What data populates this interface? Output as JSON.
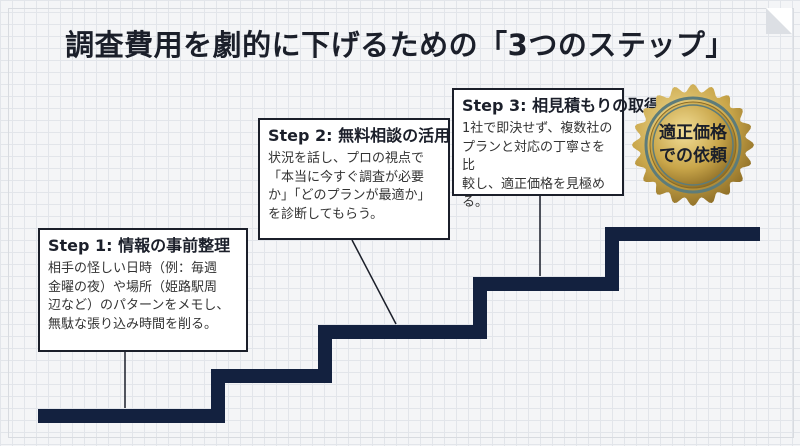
{
  "title": "調査費用を劇的に下げるための「3つのステップ」",
  "steps": [
    {
      "title": "Step 1: 情報の事前整理",
      "lines": [
        "相手の怪しい日時（例：毎週",
        "金曜の夜）や場所（姫路駅周",
        "辺など）のパターンをメモし、",
        "無駄な張り込み時間を削る。"
      ]
    },
    {
      "title": "Step 2: 無料相談の活用",
      "lines": [
        "状況を話し、プロの視点で",
        "「本当に今すぐ調査が必要",
        "か」「どのプランが最適か」",
        "を診断してもらう。"
      ]
    },
    {
      "title": "Step 3: 相見積もりの取得",
      "lines": [
        "1社で即決せず、複数社の",
        "プランと対応の丁寧さを比",
        "較し、適正価格を見極める。"
      ]
    }
  ],
  "seal": {
    "line1": "適正価格",
    "line2": "での依頼"
  },
  "colors": {
    "stairs": "#13213f",
    "gold": "#c9a64a"
  }
}
